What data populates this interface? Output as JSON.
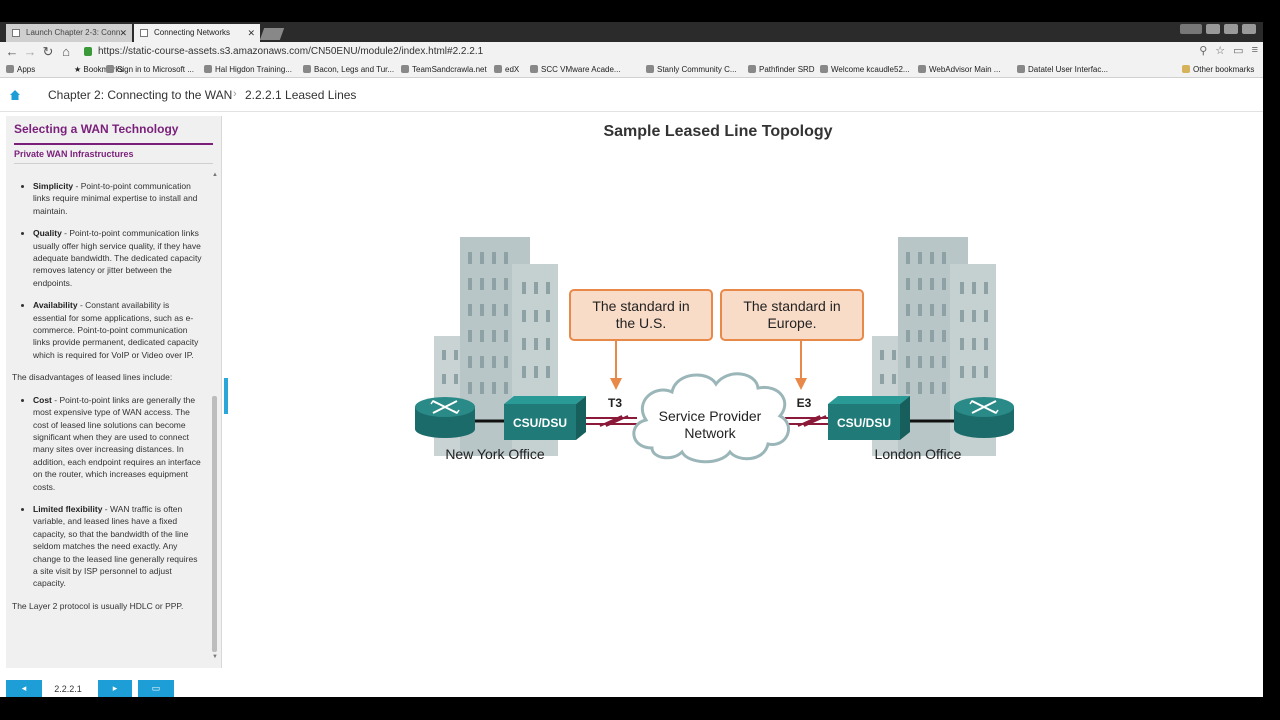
{
  "browser": {
    "tabs": [
      {
        "label": "Launch Chapter 2-3: Conn",
        "active": false
      },
      {
        "label": "Connecting Networks",
        "active": true
      }
    ],
    "url": "https://static-course-assets.s3.amazonaws.com/CN50ENU/module2/index.html#2.2.2.1",
    "bookmarks": [
      "Apps",
      "Bookmarks",
      "Sign in to Microsoft ...",
      "Hal Higdon Training...",
      "Bacon, Legs and Tur...",
      "TeamSandcrawla.net",
      "edX",
      "SCC VMware Acade...",
      "Stanly Community C...",
      "Pathfinder SRD",
      "Welcome kcaudle52...",
      "WebAdvisor Main ...",
      "Datatel User Interfac...",
      "Other bookmarks"
    ]
  },
  "breadcrumb": {
    "chapter": "Chapter 2: Connecting to the WAN",
    "section": "2.2.2.1 Leased Lines"
  },
  "sidebar": {
    "title": "Selecting a WAN Technology",
    "subtitle": "Private WAN Infrastructures",
    "advantages": [
      {
        "term": "Simplicity",
        "text": " - Point-to-point communication links require minimal expertise to install and maintain."
      },
      {
        "term": "Quality",
        "text": " - Point-to-point communication links usually offer high service quality, if they have adequate bandwidth. The dedicated capacity removes latency or jitter between the endpoints."
      },
      {
        "term": "Availability",
        "text": " - Constant availability is essential for some applications, such as e-commerce. Point-to-point communication links provide permanent, dedicated capacity which is required for VoIP or Video over IP."
      }
    ],
    "disadv_intro": "The disadvantages of leased lines include:",
    "disadvantages": [
      {
        "term": "Cost",
        "text": " - Point-to-point links are generally the most expensive type of WAN access. The cost of leased line solutions can become significant when they are used to connect many sites over increasing distances. In addition, each endpoint requires an interface on the router, which increases equipment costs."
      },
      {
        "term": "Limited flexibility",
        "text": " - WAN traffic is often variable, and leased lines have a fixed capacity, so that the bandwidth of the line seldom matches the need exactly. Any change to the leased line generally requires a site visit by ISP personnel to adjust capacity."
      }
    ],
    "footer_text": "The Layer 2 protocol is usually HDLC or PPP."
  },
  "bottom_nav": {
    "page": "2.2.2.1"
  },
  "diagram": {
    "title": "Sample Leased Line Topology",
    "callout_left": [
      "The standard in",
      "the U.S."
    ],
    "callout_right": [
      "The standard in",
      "Europe."
    ],
    "link_left": "T3",
    "link_right": "E3",
    "cloud_label": [
      "Service Provider",
      "Network"
    ],
    "csu_left": "CSU/DSU",
    "csu_right": "CSU/DSU",
    "site_left": "New York Office",
    "site_right": "London Office",
    "colors": {
      "callout_fill": "#f9dcc8",
      "callout_stroke": "#e8894a",
      "device": "#1f7a78",
      "building": "#b9c6c8",
      "link": "#8b1a3a"
    }
  }
}
